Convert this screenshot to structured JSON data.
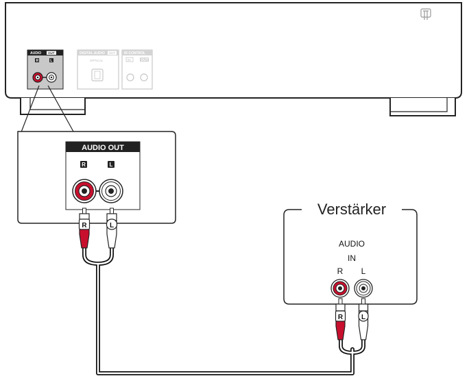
{
  "device": {
    "audio_out_small_label": "AUDIO",
    "audio_out_small_badge": "OUT",
    "channel_r": "R",
    "channel_l": "L",
    "digital_label": "DIGITAL AUDIO",
    "digital_badge": "OUT",
    "optical_label": "OPTICAL",
    "ir_label": "IR CONTROL",
    "ir_in": "IN",
    "ir_out": "OUT"
  },
  "callout": {
    "header": "AUDIO OUT",
    "channel_r": "R",
    "channel_l": "L"
  },
  "plugs": {
    "r": "R",
    "l": "L"
  },
  "amplifier": {
    "title": "Verstärker",
    "input_line1": "AUDIO",
    "input_line2": "IN",
    "channel_r": "R",
    "channel_l": "L"
  },
  "colors": {
    "red": "#c8102e",
    "panel_grey": "#c8c8c8",
    "outline": "#222222"
  }
}
